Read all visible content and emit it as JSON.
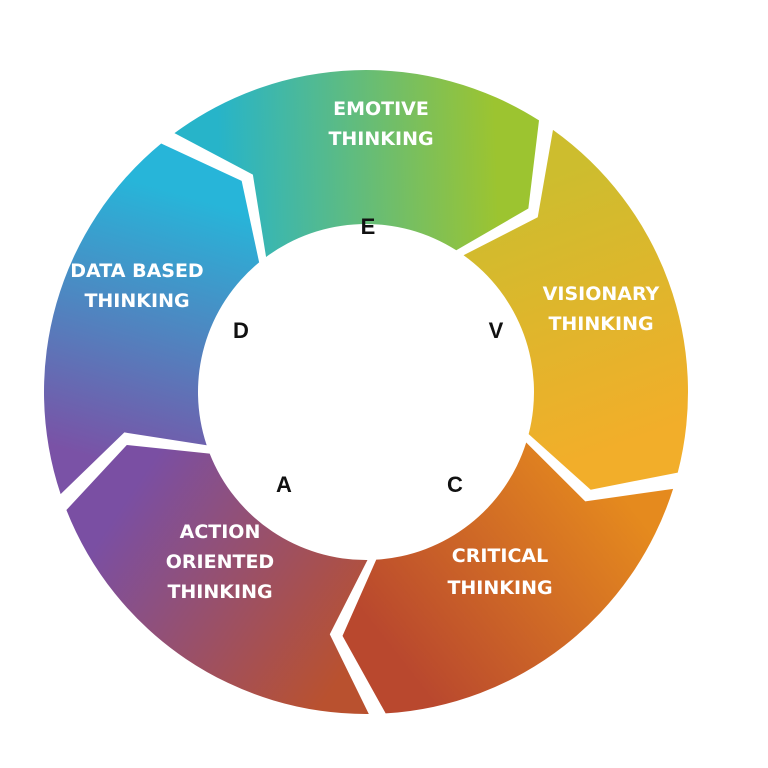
{
  "diagram": {
    "type": "cycle",
    "segments": [
      {
        "id": "emotive",
        "line1": "EMOTIVE",
        "line2": "THINKING",
        "line3": "",
        "letter": "E",
        "color_start": "#27b4c9",
        "color_end": "#9cc430"
      },
      {
        "id": "visionary",
        "line1": "VISIONARY",
        "line2": "THINKING",
        "line3": "",
        "letter": "V",
        "color_start": "#cdbd2e",
        "color_end": "#f2ae2a"
      },
      {
        "id": "critical",
        "line1": "CRITICAL",
        "line2": "THINKING",
        "line3": "",
        "letter": "C",
        "color_start": "#e58a1e",
        "color_end": "#b9482e"
      },
      {
        "id": "action",
        "line1": "ACTION",
        "line2": "ORIENTED",
        "line3": "THINKING",
        "letter": "A",
        "color_start": "#b9512f",
        "color_end": "#7a4fa3"
      },
      {
        "id": "data",
        "line1": "DATA BASED",
        "line2": "THINKING",
        "line3": "",
        "letter": "D",
        "color_start": "#7a52a6",
        "color_end": "#27b5d9"
      }
    ]
  }
}
